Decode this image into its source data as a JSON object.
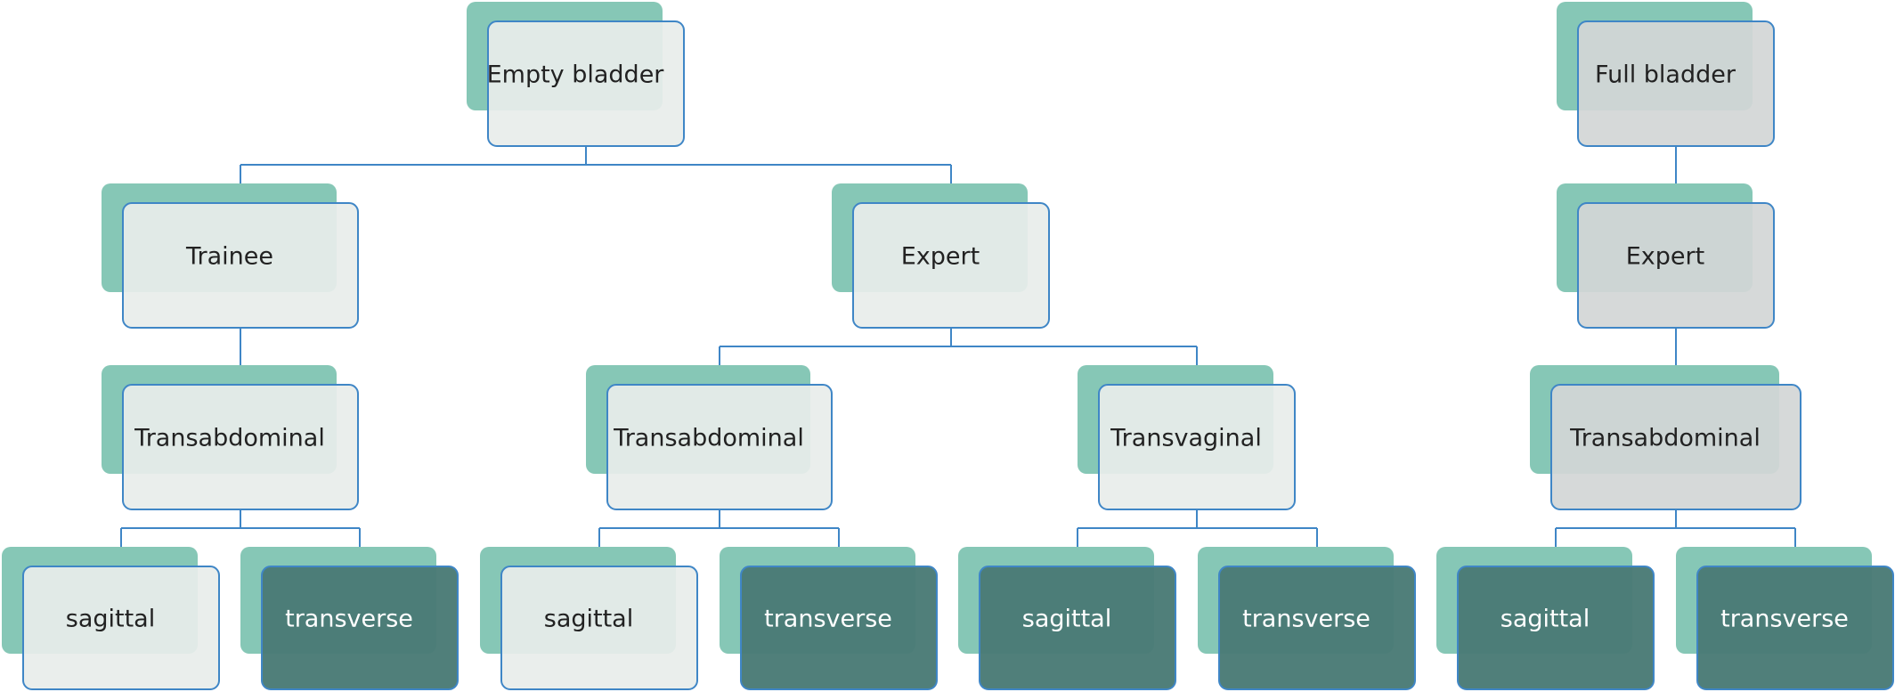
{
  "colors": {
    "shadow": "#86c7b6",
    "border": "#3f86c6",
    "box_light": "#e8edeb",
    "box_grey": "#d3d6d6",
    "box_dark": "#4a7b76",
    "text_dark": "#222222",
    "text_light": "#ffffff"
  },
  "trees": [
    {
      "id": "empty",
      "label": "Empty bladder",
      "style": "light",
      "children": [
        {
          "id": "trainee",
          "label": "Trainee",
          "style": "light",
          "children": [
            {
              "id": "trainee-ta",
              "label": "Transabdominal",
              "style": "light",
              "children": [
                {
                  "id": "trainee-ta-sag",
                  "label": "sagittal",
                  "style": "light"
                },
                {
                  "id": "trainee-ta-trans",
                  "label": "transverse",
                  "style": "dark"
                }
              ]
            }
          ]
        },
        {
          "id": "expert",
          "label": "Expert",
          "style": "light",
          "children": [
            {
              "id": "expert-ta",
              "label": "Transabdominal",
              "style": "light",
              "children": [
                {
                  "id": "expert-ta-sag",
                  "label": "sagittal",
                  "style": "light"
                },
                {
                  "id": "expert-ta-trans",
                  "label": "transverse",
                  "style": "dark"
                }
              ]
            },
            {
              "id": "expert-tv",
              "label": "Transvaginal",
              "style": "light",
              "children": [
                {
                  "id": "expert-tv-sag",
                  "label": "sagittal",
                  "style": "dark"
                },
                {
                  "id": "expert-tv-trans",
                  "label": "transverse",
                  "style": "dark"
                }
              ]
            }
          ]
        }
      ]
    },
    {
      "id": "full",
      "label": "Full bladder",
      "style": "grey",
      "children": [
        {
          "id": "full-expert",
          "label": "Expert",
          "style": "grey",
          "children": [
            {
              "id": "full-expert-ta",
              "label": "Transabdominal",
              "style": "grey",
              "children": [
                {
                  "id": "full-expert-ta-sag",
                  "label": "sagittal",
                  "style": "dark"
                },
                {
                  "id": "full-expert-ta-trans",
                  "label": "transverse",
                  "style": "dark"
                }
              ]
            }
          ]
        }
      ]
    }
  ]
}
